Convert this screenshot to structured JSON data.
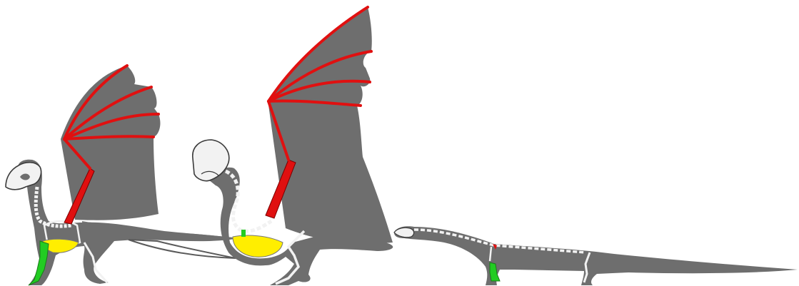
{
  "colors": {
    "background": "#ffffff",
    "silhouette": "#6e6e6e",
    "skeleton": "#f2f2f2",
    "skeleton_outline": "#3a3a3a",
    "wing_bones": "#e01010",
    "forelimb_bones": "#22cc22",
    "body_cavity": "#ffee00"
  },
  "figures": [
    {
      "name": "small-winged-dragon",
      "layer": "skeleton-overlay"
    },
    {
      "name": "large-winged-dragon",
      "layer": "skeleton-overlay"
    },
    {
      "name": "wingless-long-dragon",
      "layer": "skeleton-overlay"
    }
  ]
}
